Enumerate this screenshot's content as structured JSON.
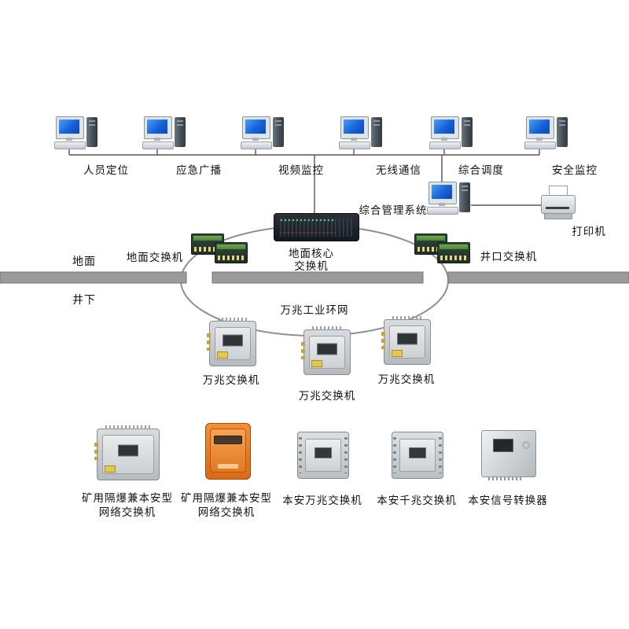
{
  "diagram": {
    "top_systems": [
      {
        "label": "人员定位"
      },
      {
        "label": "应急广播"
      },
      {
        "label": "视频监控"
      },
      {
        "label": "无线通信"
      },
      {
        "label": "综合调度"
      },
      {
        "label": "安全监控"
      }
    ],
    "management_system": {
      "label": "综合管理系统"
    },
    "printer": {
      "label": "打印机"
    },
    "core_switch": {
      "label_line1": "地面核心",
      "label_line2": "交换机"
    },
    "surface_switch": {
      "label": "地面交换机"
    },
    "wellhead_switch": {
      "label": "井口交换机"
    },
    "zone_surface": "地面",
    "zone_underground": "井下",
    "ring_label": "万兆工业环网",
    "ring_switches": [
      {
        "label": "万兆交换机"
      },
      {
        "label": "万兆交换机"
      },
      {
        "label": "万兆交换机"
      }
    ],
    "bottom_devices": [
      {
        "label_line1": "矿用隔爆兼本安型",
        "label_line2": "网络交换机"
      },
      {
        "label_line1": "矿用隔爆兼本安型",
        "label_line2": "网络交换机"
      },
      {
        "label": "本安万兆交换机"
      },
      {
        "label": "本安千兆交换机"
      },
      {
        "label": "本安信号转换器"
      }
    ],
    "colors": {
      "screen_blue": "#1663d8",
      "bar_gray": "#9a9a9a",
      "flameproof_orange": "#e87a20",
      "wire_gray": "#8a9097"
    }
  }
}
